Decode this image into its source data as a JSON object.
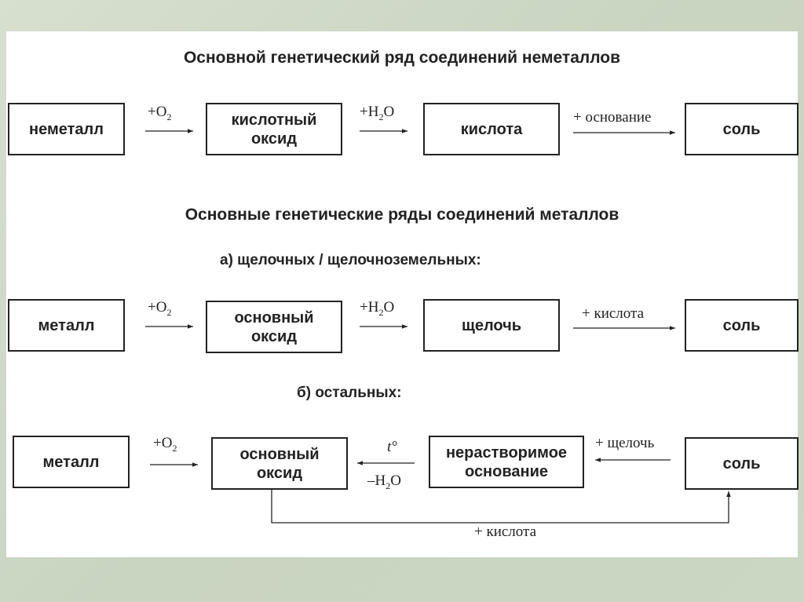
{
  "title_nonmetals": "Основной генетический ряд соединений неметаллов",
  "title_metals": "Основные генетические ряды соединений металлов",
  "subtitle_a": "а) щелочных / щелочноземельных:",
  "subtitle_b": "б) остальных:",
  "row1": {
    "box1": "неметалл",
    "box2_line1": "кислотный",
    "box2_line2": "оксид",
    "box3": "кислота",
    "box4": "соль",
    "arrow1_prefix": "+O",
    "arrow1_sub": "2",
    "arrow2_prefix": "+H",
    "arrow2_sub": "2",
    "arrow2_suffix": "O",
    "arrow3": "+ основание"
  },
  "row2": {
    "box1": "металл",
    "box2_line1": "основный",
    "box2_line2": "оксид",
    "box3": "щелочь",
    "box4": "соль",
    "arrow1_prefix": "+O",
    "arrow1_sub": "2",
    "arrow2_prefix": "+H",
    "arrow2_sub": "2",
    "arrow2_suffix": "O",
    "arrow3": "+ кислота"
  },
  "row3": {
    "box1": "металл",
    "box2_line1": "основный",
    "box2_line2": "оксид",
    "box3_line1": "нерастворимое",
    "box3_line2": "основание",
    "box4": "соль",
    "arrow1_prefix": "+O",
    "arrow1_sub": "2",
    "arrow2_top": "t°",
    "arrow2_prefix": "–H",
    "arrow2_sub": "2",
    "arrow2_suffix": "O",
    "arrow3": "+ щелочь",
    "bottom_arrow": "+ кислота"
  }
}
